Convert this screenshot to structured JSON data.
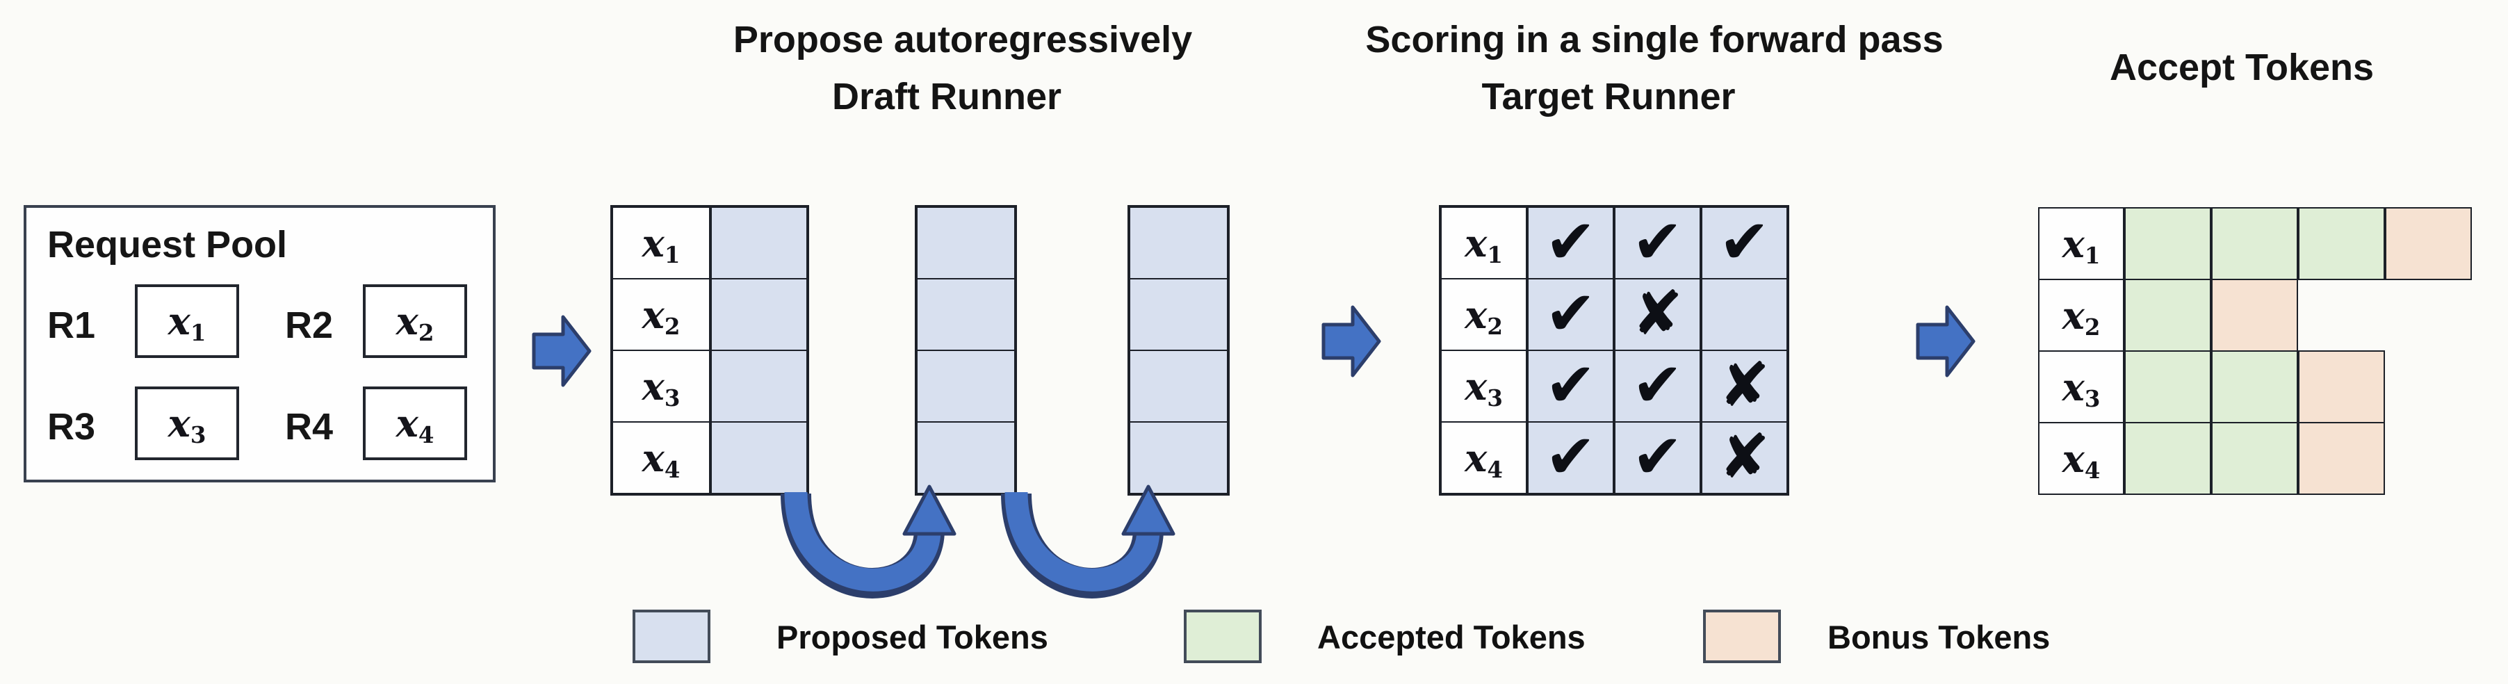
{
  "titles": {
    "draft_step": "Propose autoregressively",
    "draft_runner": "Draft Runner",
    "target_step": "Scoring in a single forward pass",
    "target_runner": "Target Runner",
    "accept": "Accept Tokens"
  },
  "request_pool": {
    "title": "Request Pool",
    "requests": [
      {
        "id": "R1",
        "token": {
          "base": "x",
          "sub": "1"
        }
      },
      {
        "id": "R2",
        "token": {
          "base": "x",
          "sub": "2"
        }
      },
      {
        "id": "R3",
        "token": {
          "base": "x",
          "sub": "3"
        }
      },
      {
        "id": "R4",
        "token": {
          "base": "x",
          "sub": "4"
        }
      }
    ]
  },
  "draft": {
    "proposal_steps": 3,
    "rows": [
      {
        "label": {
          "base": "x",
          "sub": "1"
        }
      },
      {
        "label": {
          "base": "x",
          "sub": "2"
        }
      },
      {
        "label": {
          "base": "x",
          "sub": "3"
        }
      },
      {
        "label": {
          "base": "x",
          "sub": "4"
        }
      }
    ]
  },
  "target": {
    "rows": [
      {
        "label": {
          "base": "x",
          "sub": "1"
        },
        "cells": [
          "✔",
          "✔",
          "✔"
        ]
      },
      {
        "label": {
          "base": "x",
          "sub": "2"
        },
        "cells": [
          "✔",
          "✘",
          ""
        ]
      },
      {
        "label": {
          "base": "x",
          "sub": "3"
        },
        "cells": [
          "✔",
          "✔",
          "✘"
        ]
      },
      {
        "label": {
          "base": "x",
          "sub": "4"
        },
        "cells": [
          "✔",
          "✔",
          "✘"
        ]
      }
    ]
  },
  "accept": {
    "rows": [
      {
        "label": {
          "base": "x",
          "sub": "1"
        },
        "cells": [
          "accepted",
          "accepted",
          "accepted",
          "bonus"
        ]
      },
      {
        "label": {
          "base": "x",
          "sub": "2"
        },
        "cells": [
          "accepted",
          "bonus",
          "none",
          "none"
        ]
      },
      {
        "label": {
          "base": "x",
          "sub": "3"
        },
        "cells": [
          "accepted",
          "accepted",
          "bonus",
          "none"
        ]
      },
      {
        "label": {
          "base": "x",
          "sub": "4"
        },
        "cells": [
          "accepted",
          "accepted",
          "bonus",
          "none"
        ]
      }
    ]
  },
  "legend": [
    {
      "kind": "proposed",
      "label": "Proposed Tokens"
    },
    {
      "kind": "accepted",
      "label": "Accepted Tokens"
    },
    {
      "kind": "bonus",
      "label": "Bonus Tokens"
    }
  ],
  "colors": {
    "proposed": "#d8e0ef",
    "accepted": "#dfeed6",
    "bonus": "#f6e2d2",
    "arrow": "#4472c4",
    "arrow-border": "#2c3e6b"
  }
}
